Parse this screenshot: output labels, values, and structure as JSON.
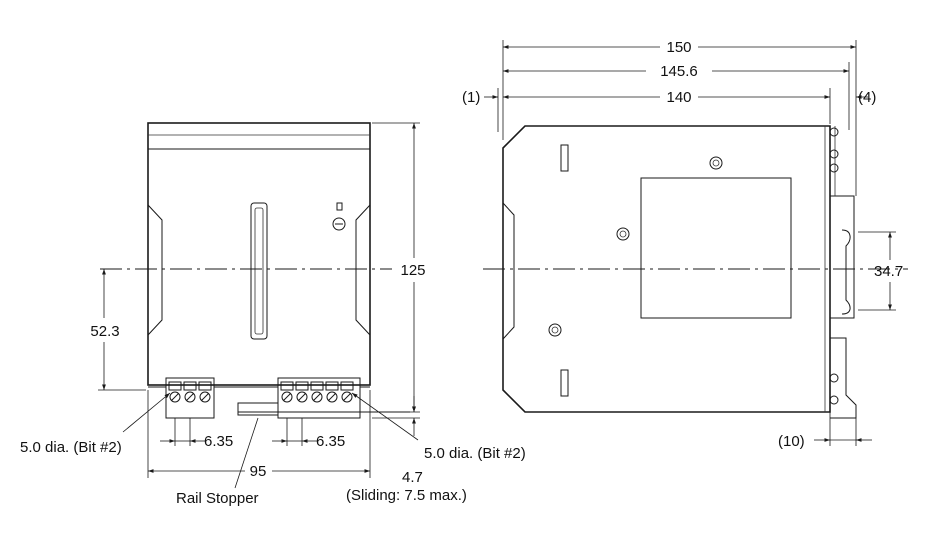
{
  "front_view": {
    "dim_height": "125",
    "dim_center": "52.3",
    "dim_width": "95",
    "dim_pitch_left": "6.35",
    "dim_pitch_right": "6.35",
    "screw_left": "5.0 dia. (Bit #2)",
    "screw_right": "5.0 dia. (Bit #2)",
    "rail_stopper": "Rail Stopper",
    "sliding_value": "4.7",
    "sliding_note": "(Sliding: 7.5 max.)"
  },
  "side_view": {
    "dim_total": "150",
    "dim_body_plus": "145.6",
    "dim_body": "140",
    "dim_left_gap": "(1)",
    "dim_right_gap": "(4)",
    "dim_rail": "34.7",
    "dim_bottom": "(10)"
  },
  "colors": {
    "line": "#1a1a1a",
    "background": "#ffffff"
  }
}
